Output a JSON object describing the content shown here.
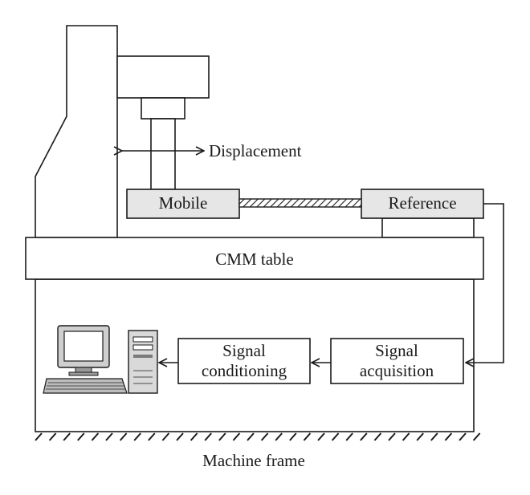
{
  "labels": {
    "displacement": "Displacement",
    "mobile": "Mobile",
    "reference": "Reference",
    "cmm_table": "CMM table",
    "signal_conditioning_line1": "Signal",
    "signal_conditioning_line2": "conditioning",
    "signal_acquisition_line1": "Signal",
    "signal_acquisition_line2": "acquisition",
    "machine_frame": "Machine frame"
  },
  "icons": {
    "computer": "computer-icon",
    "ground_hatch": "ground-hatch-icon"
  },
  "colors": {
    "line": "#1a1a1a",
    "box_shade": "#e6e6e6",
    "background": "#ffffff"
  }
}
